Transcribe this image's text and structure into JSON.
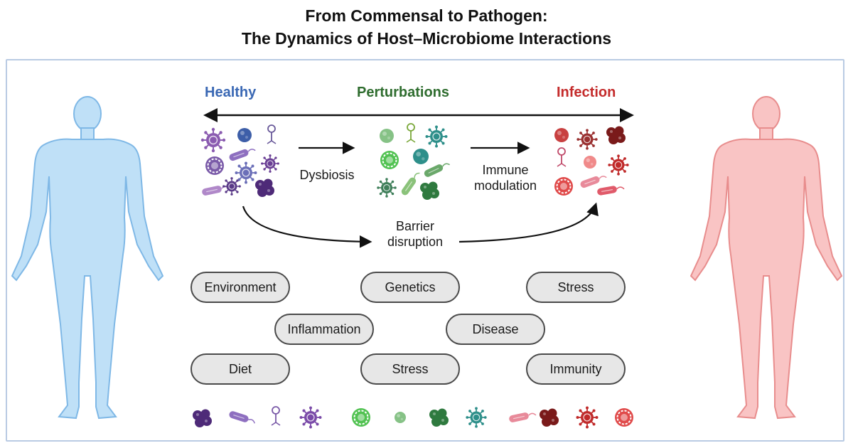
{
  "title": {
    "line1": "From Commensal to Pathogen:",
    "line2": "The Dynamics of Host–Microbiome Interactions"
  },
  "stages": {
    "healthy": {
      "label": "Healthy",
      "color": "#3a68b4"
    },
    "perturbations": {
      "label": "Perturbations",
      "color": "#2f6d2f"
    },
    "infection": {
      "label": "Infection",
      "color": "#c42b2b"
    }
  },
  "transitions": {
    "dysbiosis": "Dysbiosis",
    "immune_line1": "Immune",
    "immune_line2": "modulation",
    "barrier_line1": "Barrier",
    "barrier_line2": "disruption"
  },
  "factors": {
    "environment": "Environment",
    "genetics": "Genetics",
    "stress_top": "Stress",
    "inflammation": "Inflammation",
    "disease": "Disease",
    "diet": "Diet",
    "stress_bottom": "Stress",
    "immunity": "Immunity"
  },
  "colors": {
    "healthy_body": "#bfe0f7",
    "infected_body": "#f9c4c4",
    "commensal_purple": "#7d4aa0",
    "perturbed_green": "#4aa84a",
    "pathogen_red": "#c03030"
  },
  "icons": [
    "virus-icon",
    "bacterium-icon",
    "phage-icon",
    "coccus-cluster-icon",
    "human-body-icon"
  ]
}
